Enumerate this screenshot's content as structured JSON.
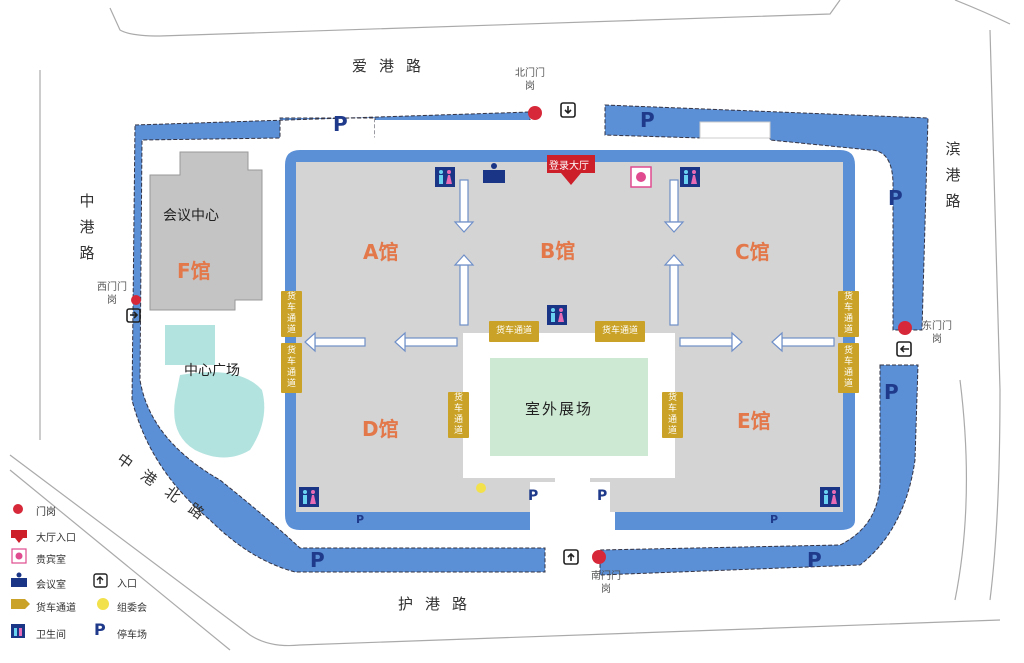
{
  "roads": {
    "north": "爱港路",
    "west": "中港路",
    "east": "滨港路",
    "south": "护港路",
    "southwest": "中港北路"
  },
  "gates": {
    "north": "北门门岗",
    "west": "西门门岗",
    "east": "东门门岗",
    "south": "南门门岗"
  },
  "halls": {
    "a": "A馆",
    "b": "B馆",
    "c": "C馆",
    "d": "D馆",
    "e": "E馆",
    "f": "F馆",
    "conference_center": "会议中心",
    "outdoor": "室外展场",
    "plaza": "中心广场"
  },
  "entrance_lobby": "登录大厅",
  "truck_label": "货车通道",
  "parking_symbol": "P",
  "legend": {
    "gate": "门岗",
    "lobby_entrance": "大厅入口",
    "vip_room": "贵宾室",
    "meeting_room": "会议室",
    "entrance": "入口",
    "truck_lane": "货车通道",
    "organizer": "组委会",
    "restroom": "卫生间",
    "parking": "停车场"
  },
  "colors": {
    "parking_blue": "#5b8fd6",
    "hall_gray": "#d4d4d4",
    "outdoor_green": "#cde8d3",
    "plaza_teal": "#b3e3df",
    "gate_red": "#d62839",
    "truck_gold": "#c9a227",
    "hall_label": "#e3784a",
    "lobby_red": "#cc1f2a"
  }
}
